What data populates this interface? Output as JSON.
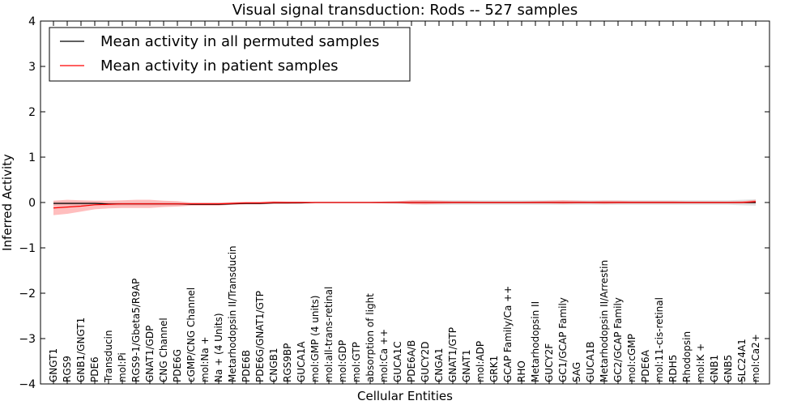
{
  "chart_data": {
    "type": "line",
    "title": "Visual signal transduction: Rods -- 527 samples",
    "xlabel": "Cellular Entities",
    "ylabel": "Inferred Activity",
    "ylim": [
      -4,
      4
    ],
    "yticks": [
      -4,
      -3,
      -2,
      -1,
      0,
      1,
      2,
      3,
      4
    ],
    "ytick_labels": [
      "−4",
      "−3",
      "−2",
      "−1",
      "0",
      "1",
      "2",
      "3",
      "4"
    ],
    "grid": false,
    "legend_position": "top-left",
    "categories": [
      "GNGT1",
      "RGS9",
      "GNB1/GNGT1",
      "PDE6",
      "Transducin",
      "mol:Pi",
      "RGS9-1/Gbeta5/R9AP",
      "GNAT1/GDP",
      "CNG Channel",
      "PDE6G",
      "cGMP/CNG Channel",
      "mol:Na +",
      "Na + (4 Units)",
      "Metarhodopsin II/Transducin",
      "PDE6B",
      "PDE6G/GNAT1/GTP",
      "CNGB1",
      "RGS9BP",
      "GUCA1A",
      "mol:GMP (4 units)",
      "mol:all-trans-retinal",
      "mol:GDP",
      "mol:GTP",
      "absorption of light",
      "mol:Ca ++",
      "GUCA1C",
      "PDE6A/B",
      "GUCY2D",
      "CNGA1",
      "GNAT1/GTP",
      "GNAT1",
      "mol:ADP",
      "GRK1",
      "GCAP Family/Ca ++",
      "RHO",
      "Metarhodopsin II",
      "GUCY2F",
      "GC1/GCAP Family",
      "SAG",
      "GUCA1B",
      "Metarhodopsin II/Arrestin",
      "GC2/GCAP Family",
      "mol:cGMP",
      "PDE6A",
      "mol:11-cis-retinal",
      "RDH5",
      "Rhodopsin",
      "mol:K +",
      "GNB1",
      "GNB5",
      "SLC24A1",
      "mol:Ca2+"
    ],
    "series": [
      {
        "name": "Mean activity in all permuted samples",
        "color": "#000000",
        "band_color": "#bbbbbb",
        "values": [
          -0.02,
          -0.02,
          -0.02,
          -0.02,
          -0.03,
          -0.03,
          -0.03,
          -0.03,
          -0.03,
          -0.03,
          -0.04,
          -0.04,
          -0.04,
          -0.03,
          -0.02,
          -0.02,
          -0.01,
          -0.01,
          -0.01,
          0.0,
          0.0,
          0.0,
          0.0,
          0.0,
          0.0,
          0.0,
          0.0,
          0.0,
          0.0,
          0.0,
          0.0,
          0.0,
          0.0,
          0.0,
          0.0,
          0.0,
          0.0,
          0.0,
          0.0,
          0.0,
          0.0,
          0.0,
          0.0,
          0.0,
          0.0,
          0.0,
          0.0,
          0.0,
          0.0,
          0.0,
          0.0,
          0.0
        ],
        "lower": [
          -0.06,
          -0.06,
          -0.06,
          -0.06,
          -0.07,
          -0.07,
          -0.07,
          -0.07,
          -0.07,
          -0.07,
          -0.06,
          -0.06,
          -0.06,
          -0.05,
          -0.04,
          -0.04,
          -0.03,
          -0.03,
          -0.02,
          -0.01,
          -0.01,
          -0.01,
          -0.01,
          -0.01,
          -0.02,
          -0.03,
          -0.04,
          -0.05,
          -0.05,
          -0.05,
          -0.05,
          -0.05,
          -0.05,
          -0.05,
          -0.05,
          -0.05,
          -0.05,
          -0.05,
          -0.05,
          -0.05,
          -0.05,
          -0.05,
          -0.05,
          -0.05,
          -0.05,
          -0.05,
          -0.05,
          -0.05,
          -0.05,
          -0.05,
          -0.06,
          -0.07
        ],
        "upper": [
          0.02,
          0.02,
          0.02,
          0.02,
          0.01,
          0.01,
          0.01,
          0.01,
          0.01,
          0.01,
          -0.01,
          -0.01,
          -0.01,
          -0.01,
          0.0,
          0.0,
          0.01,
          0.01,
          0.01,
          0.01,
          0.01,
          0.01,
          0.01,
          0.01,
          0.02,
          0.03,
          0.04,
          0.05,
          0.05,
          0.05,
          0.05,
          0.05,
          0.05,
          0.05,
          0.05,
          0.05,
          0.05,
          0.05,
          0.05,
          0.05,
          0.05,
          0.05,
          0.05,
          0.05,
          0.05,
          0.05,
          0.05,
          0.05,
          0.05,
          0.05,
          0.06,
          0.07
        ]
      },
      {
        "name": "Mean activity in patient samples",
        "color": "#ff0000",
        "band_color": "#ff8888",
        "values": [
          -0.12,
          -0.1,
          -0.08,
          -0.05,
          -0.04,
          -0.03,
          -0.03,
          -0.03,
          -0.03,
          -0.03,
          -0.03,
          -0.03,
          -0.03,
          -0.02,
          -0.01,
          -0.01,
          0.0,
          0.0,
          0.0,
          0.0,
          0.0,
          0.0,
          0.0,
          0.0,
          0.0,
          0.0,
          0.0,
          0.0,
          0.0,
          0.0,
          0.0,
          0.0,
          0.0,
          0.0,
          0.0,
          0.0,
          0.0,
          0.0,
          0.0,
          0.0,
          0.0,
          0.0,
          0.0,
          0.0,
          0.0,
          0.0,
          0.0,
          0.0,
          0.0,
          0.0,
          0.0,
          0.02
        ],
        "lower": [
          -0.28,
          -0.25,
          -0.2,
          -0.15,
          -0.13,
          -0.12,
          -0.12,
          -0.12,
          -0.1,
          -0.09,
          -0.07,
          -0.07,
          -0.07,
          -0.05,
          -0.04,
          -0.04,
          -0.03,
          -0.03,
          -0.02,
          -0.01,
          -0.01,
          -0.01,
          -0.01,
          -0.01,
          -0.01,
          -0.01,
          -0.04,
          -0.04,
          -0.03,
          -0.02,
          -0.02,
          -0.02,
          -0.02,
          -0.02,
          -0.02,
          -0.02,
          -0.02,
          -0.03,
          -0.02,
          -0.02,
          -0.03,
          -0.02,
          -0.02,
          -0.02,
          -0.02,
          -0.02,
          -0.02,
          -0.02,
          -0.02,
          -0.02,
          -0.02,
          -0.02
        ],
        "upper": [
          0.04,
          0.06,
          0.05,
          0.04,
          0.04,
          0.05,
          0.06,
          0.06,
          0.04,
          0.03,
          0.0,
          0.0,
          0.0,
          0.01,
          0.02,
          0.02,
          0.03,
          0.02,
          0.02,
          0.01,
          0.01,
          0.01,
          0.01,
          0.01,
          0.02,
          0.03,
          0.05,
          0.05,
          0.04,
          0.03,
          0.03,
          0.02,
          0.02,
          0.02,
          0.02,
          0.03,
          0.04,
          0.05,
          0.04,
          0.03,
          0.04,
          0.04,
          0.03,
          0.03,
          0.03,
          0.03,
          0.02,
          0.02,
          0.02,
          0.02,
          0.03,
          0.06
        ]
      }
    ]
  }
}
